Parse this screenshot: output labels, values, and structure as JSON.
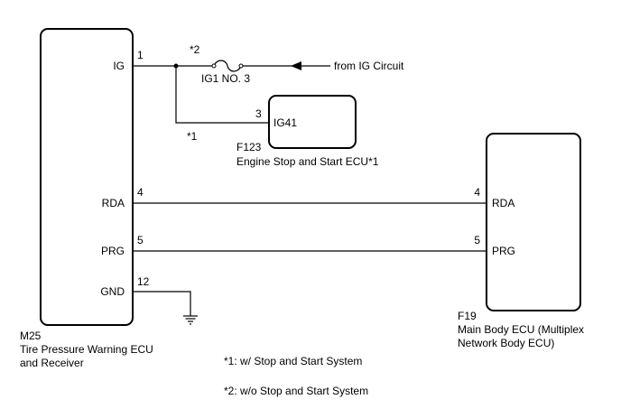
{
  "ecu_m25": {
    "code": "M25",
    "name_line1": "Tire Pressure Warning ECU",
    "name_line2": "and Receiver",
    "pins": [
      {
        "label": "IG",
        "number": "1"
      },
      {
        "label": "RDA",
        "number": "4"
      },
      {
        "label": "PRG",
        "number": "5"
      },
      {
        "label": "GND",
        "number": "12"
      }
    ]
  },
  "ecu_f123": {
    "code": "F123",
    "name": "Engine Stop and Start ECU*1",
    "pin_label": "IG41",
    "pin_number": "3"
  },
  "ecu_f19": {
    "code": "F19",
    "name_line1": "Main Body ECU (Multiplex",
    "name_line2": "Network Body ECU)",
    "pins": [
      {
        "label": "RDA",
        "number": "4"
      },
      {
        "label": "PRG",
        "number": "5"
      }
    ]
  },
  "fuse": {
    "name": "IG1 NO. 3",
    "note": "*2"
  },
  "branch_note": "*1",
  "source": "from IG Circuit",
  "footnotes": [
    "*1: w/ Stop and Start System",
    "*2: w/o Stop and Start System"
  ]
}
